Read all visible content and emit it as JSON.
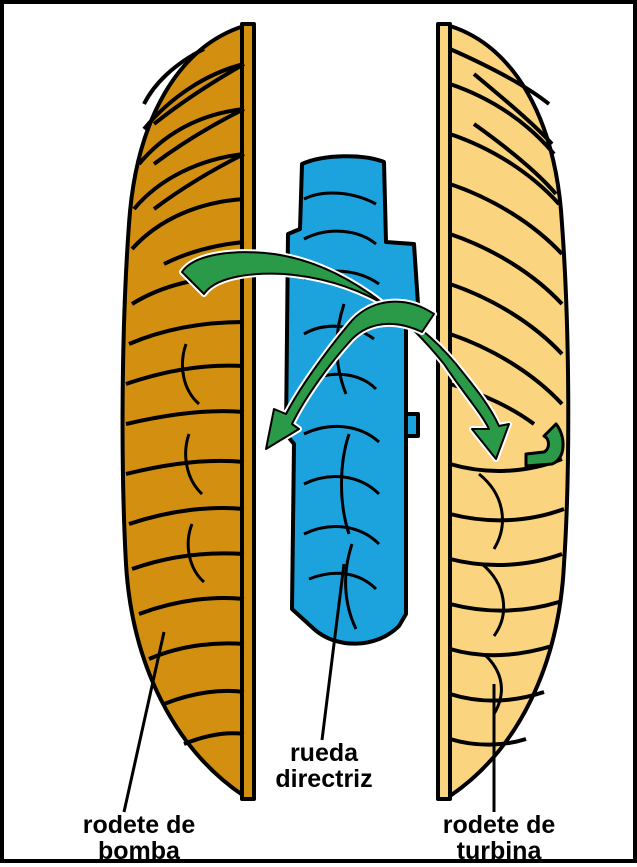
{
  "colors": {
    "pump": "#d38f0f",
    "turbine": "#fbd480",
    "stator": "#1ca3de",
    "flow_arrow": "#2a9a48",
    "outline": "#000000",
    "border": "#000000"
  },
  "labels": {
    "pump_line1": "rodete de",
    "pump_line2": "bomba",
    "stator_line1": "rueda",
    "stator_line2": "directriz",
    "turbine_line1": "rodete de",
    "turbine_line2": "turbina"
  }
}
